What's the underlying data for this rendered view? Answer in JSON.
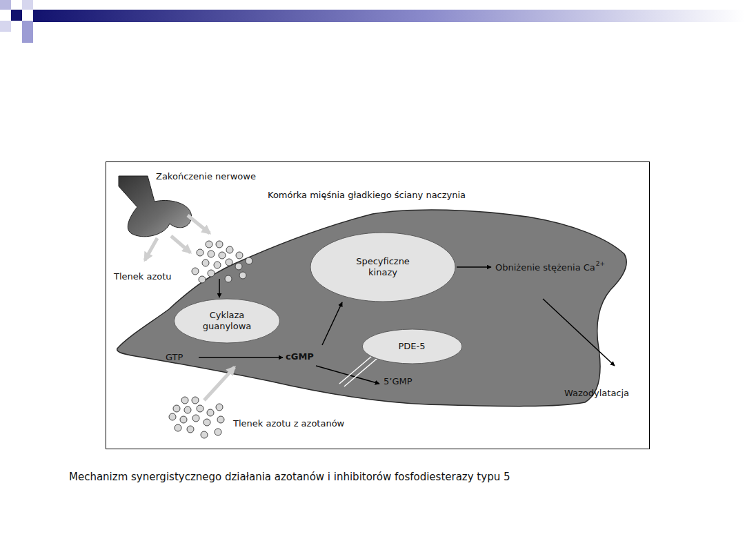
{
  "diagram": {
    "caption": "Mechanizm synergistycznego działania azotanów i inhibitorów fosfodiesterazy typu 5",
    "nodes": [
      {
        "text": [
          "Specyficzne kinazy"
        ]
      },
      {
        "text": [
          "Cyklaza guanylowa"
        ]
      },
      {
        "text": [
          "PDE-5"
        ]
      }
    ],
    "labels": [
      "Zakończenie nerwowe",
      "Komórka mięśnia gładkiego ściany naczynia",
      "Tlenek azotu",
      "Obniżenie stężenia Ca",
      "2+",
      "GTP",
      "cGMP",
      "5’GMP",
      "Wazodylatacja",
      "Tlenek azotu z azotanów"
    ]
  }
}
